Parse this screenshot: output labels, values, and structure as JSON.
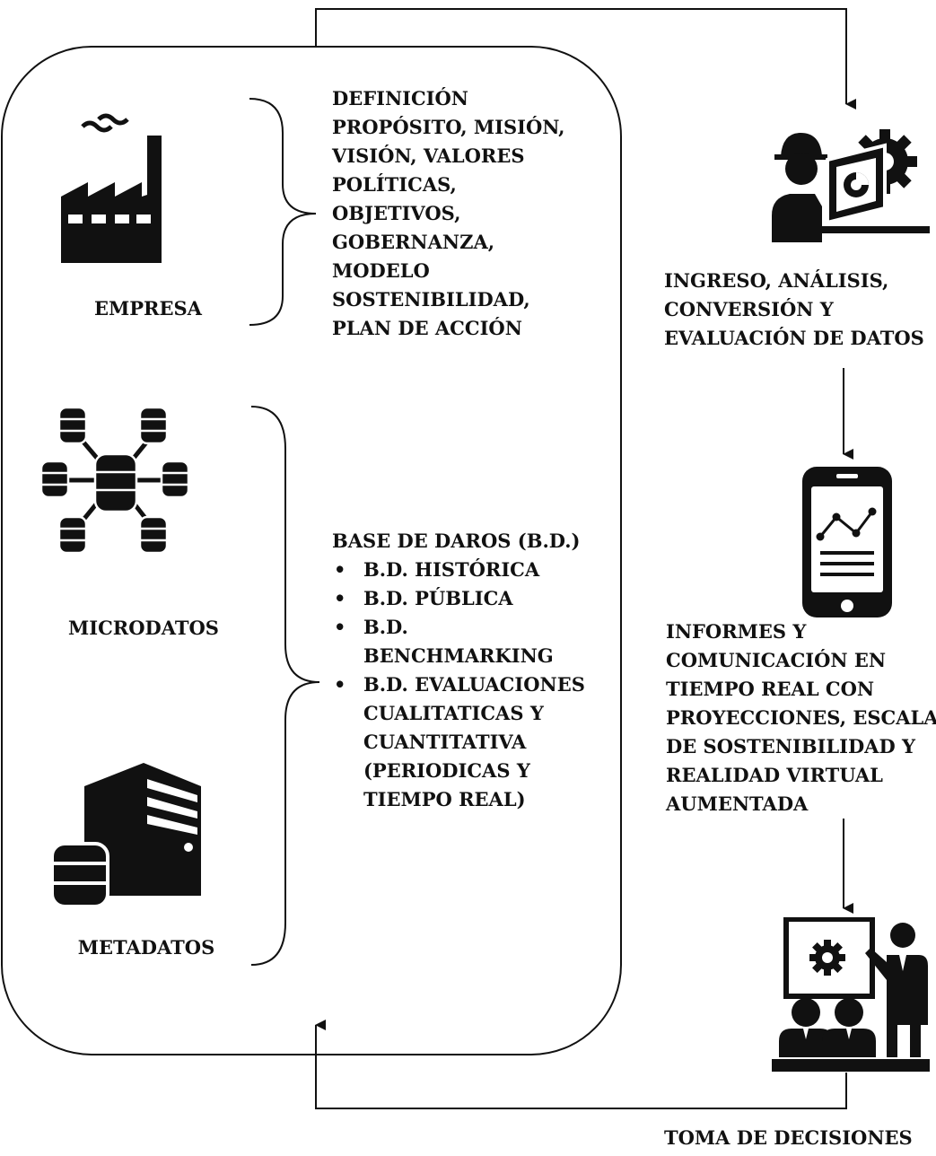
{
  "enterprise": {
    "label": "EMPRESA",
    "definition": [
      "DEFINICIÓN",
      "PROPÓSITO, MISIÓN,",
      "VISIÓN, VALORES",
      "POLÍTICAS,",
      "OBJETIVOS,",
      "GOBERNANZA,",
      "MODELO",
      "SOSTENIBILIDAD,",
      "PLAN DE ACCIÓN"
    ]
  },
  "microdata": {
    "label": "MICRODATOS"
  },
  "metadata": {
    "label": "METADATOS"
  },
  "database": {
    "title": "BASE DE DAROS (B.D.)",
    "items": [
      [
        "B.D. HISTÓRICA"
      ],
      [
        "B.D. PÚBLICA"
      ],
      [
        "B.D.",
        "BENCHMARKING"
      ],
      [
        "B.D. EVALUACIONES",
        "CUALITATICAS Y",
        "CUANTITATIVA",
        "(PERIODICAS Y",
        "TIEMPO REAL)"
      ]
    ]
  },
  "steps": {
    "ingest": [
      "INGRESO, ANÁLISIS,",
      "CONVERSIÓN Y",
      "EVALUACIÓN DE DATOS"
    ],
    "reports": [
      "INFORMES Y",
      "COMUNICACIÓN EN",
      "TIEMPO REAL CON",
      "PROYECCIONES, ESCALA",
      "DE SOSTENIBILIDAD Y",
      "REALIDAD VIRTUAL",
      "AUMENTADA"
    ],
    "decisions": "TOMA DE DECISIONES"
  },
  "icons": {
    "factory": "factory-icon",
    "network": "database-network-icon",
    "server": "server-database-icon",
    "analyst": "analyst-laptop-gear-icon",
    "phone": "smartphone-chart-icon",
    "presenter": "presentation-meeting-icon"
  }
}
